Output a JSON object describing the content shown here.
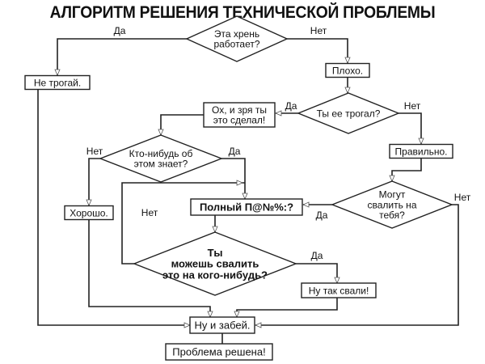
{
  "title": "АЛГОРИТМ РЕШЕНИЯ ТЕХНИЧЕСКОЙ ПРОБЛЕМЫ",
  "nodes": {
    "works": {
      "type": "decision",
      "lines": [
        "Эта хрень",
        "работает?"
      ]
    },
    "dont_touch": {
      "type": "process",
      "lines": [
        "Не трогай."
      ]
    },
    "bad": {
      "type": "process",
      "lines": [
        "Плохо."
      ]
    },
    "touched": {
      "type": "decision",
      "lines": [
        "Ты ее трогал?"
      ]
    },
    "oops": {
      "type": "process",
      "lines": [
        "Ох, и зря ты",
        "это сделал!"
      ]
    },
    "right": {
      "type": "process",
      "lines": [
        "Правильно."
      ]
    },
    "anyone_knows": {
      "type": "decision",
      "lines": [
        "Кто-нибудь об",
        "этом знает?"
      ]
    },
    "good": {
      "type": "process",
      "lines": [
        "Хорошо."
      ]
    },
    "disaster": {
      "type": "process",
      "lines": [
        "Полный П@№%:?"
      ]
    },
    "blame_you": {
      "type": "decision",
      "lines": [
        "Могут",
        "свалить на",
        "тебя?"
      ]
    },
    "can_blame": {
      "type": "decision",
      "lines": [
        "Ты",
        "можешь свалить",
        "это на кого-нибудь?"
      ]
    },
    "blame_them": {
      "type": "process",
      "lines": [
        "Ну так свали!"
      ]
    },
    "forget": {
      "type": "process",
      "lines": [
        "Ну и забей."
      ]
    },
    "solved": {
      "type": "process",
      "lines": [
        "Проблема решена!"
      ]
    }
  },
  "edges": [
    {
      "from": "works",
      "to": "dont_touch",
      "label": "Да"
    },
    {
      "from": "works",
      "to": "bad",
      "label": "Нет"
    },
    {
      "from": "bad",
      "to": "touched",
      "label": ""
    },
    {
      "from": "touched",
      "to": "oops",
      "label": "Да"
    },
    {
      "from": "touched",
      "to": "right",
      "label": "Нет"
    },
    {
      "from": "oops",
      "to": "anyone_knows",
      "label": ""
    },
    {
      "from": "right",
      "to": "blame_you",
      "label": ""
    },
    {
      "from": "anyone_knows",
      "to": "good",
      "label": "Нет"
    },
    {
      "from": "anyone_knows",
      "to": "disaster",
      "label": "Да"
    },
    {
      "from": "blame_you",
      "to": "disaster",
      "label": "Да"
    },
    {
      "from": "blame_you",
      "to": "forget",
      "label": "Нет"
    },
    {
      "from": "disaster",
      "to": "can_blame",
      "label": ""
    },
    {
      "from": "can_blame",
      "to": "disaster",
      "label": "Нет"
    },
    {
      "from": "can_blame",
      "to": "blame_them",
      "label": "Да"
    },
    {
      "from": "good",
      "to": "forget",
      "label": ""
    },
    {
      "from": "blame_them",
      "to": "forget",
      "label": ""
    },
    {
      "from": "dont_touch",
      "to": "forget",
      "label": ""
    },
    {
      "from": "forget",
      "to": "solved",
      "label": ""
    }
  ],
  "labels": {
    "yes": "Да",
    "no": "Нет"
  }
}
